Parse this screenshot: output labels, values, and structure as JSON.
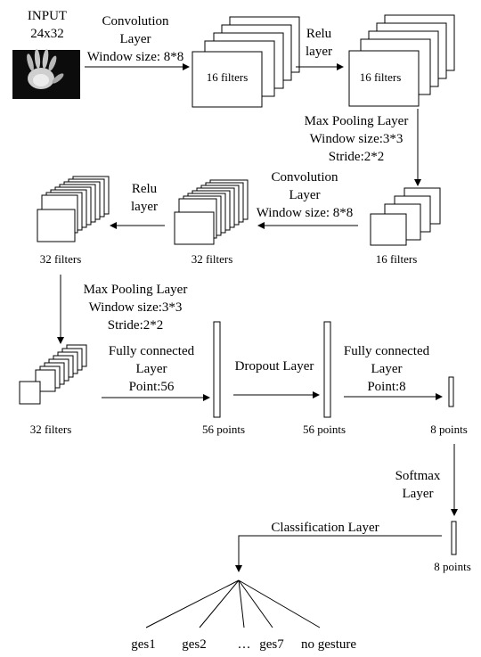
{
  "input": {
    "title": "INPUT",
    "size": "24x32"
  },
  "conv1": {
    "line1": "Convolution",
    "line2": "Layer",
    "line3": "Window size: 8*8",
    "filters": "16 filters"
  },
  "relu1": {
    "line1": "Relu",
    "line2": "layer",
    "filters": "16 filters"
  },
  "pool1": {
    "line1": "Max Pooling Layer",
    "line2": "Window size:3*3",
    "line3": "Stride:2*2",
    "filters": "16 filters"
  },
  "conv2": {
    "line1": "Convolution",
    "line2": "Layer",
    "line3": "Window size: 8*8",
    "filters": "32 filters"
  },
  "relu2": {
    "line1": "Relu",
    "line2": "layer",
    "filters": "32 filters"
  },
  "pool2": {
    "line1": "Max Pooling Layer",
    "line2": "Window size:3*3",
    "line3": "Stride:2*2",
    "filters": "32 filters"
  },
  "fc1": {
    "line1": "Fully connected",
    "line2": "Layer",
    "line3": "Point:56",
    "points": "56 points"
  },
  "dropout": {
    "line1": "Dropout Layer",
    "points": "56 points"
  },
  "fc2": {
    "line1": "Fully connected",
    "line2": "Layer",
    "line3": "Point:8",
    "points": "8 points"
  },
  "softmax": {
    "line1": "Softmax",
    "line2": "Layer",
    "points": "8 points"
  },
  "classification": {
    "label": "Classification Layer",
    "outputs": [
      "ges1",
      "ges2",
      "…",
      "ges7",
      "no gesture"
    ]
  }
}
